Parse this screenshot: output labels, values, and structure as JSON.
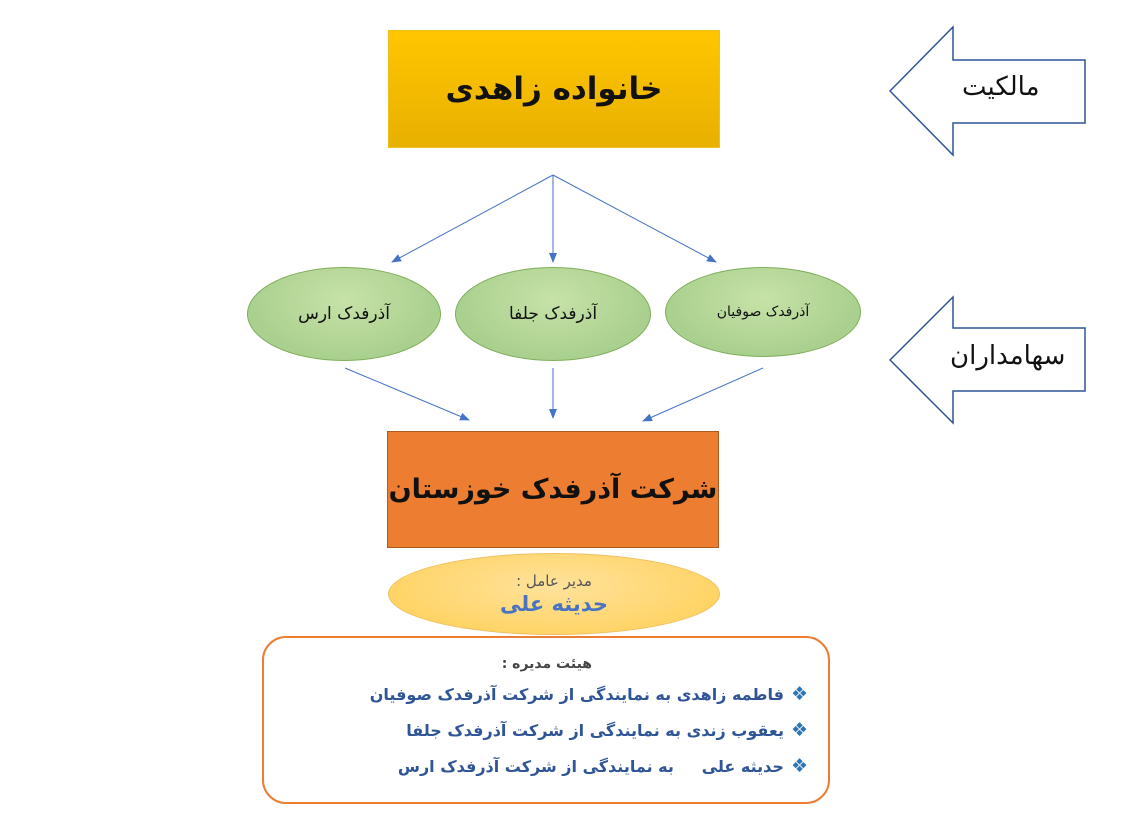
{
  "owner": "خانواده زاهدی",
  "shareholders": {
    "right": "آذرفدک صوفیان",
    "middle": "آذرفدک جلفا",
    "left": "آذرفدک ارس"
  },
  "company": "شرکت آذرفدک خوزستان",
  "manager": {
    "label": "مدیر عامل :",
    "name": "حدیثه علی"
  },
  "board": {
    "title": "هیئت مدیره :",
    "members": [
      "فاطمه زاهدی به نمایندگی از شرکت آذرفدک صوفیان",
      "یعقوب زندی به نمایندگی از شرکت آذرفدک جلفا",
      "حدیثه علی     به نمایندگی از شرکت آذرفدک ارس"
    ]
  },
  "side_labels": {
    "ownership": "مالکیت",
    "shareholders": "سهامداران"
  },
  "colors": {
    "owner_fill": "#ffc000",
    "shareholder_fill": "#a9d08e",
    "company_fill": "#ed7d31",
    "manager_fill": "#ffd966",
    "board_border": "#ed7d31",
    "connector": "#4472c4",
    "side_arrow_stroke": "#2f5597"
  }
}
